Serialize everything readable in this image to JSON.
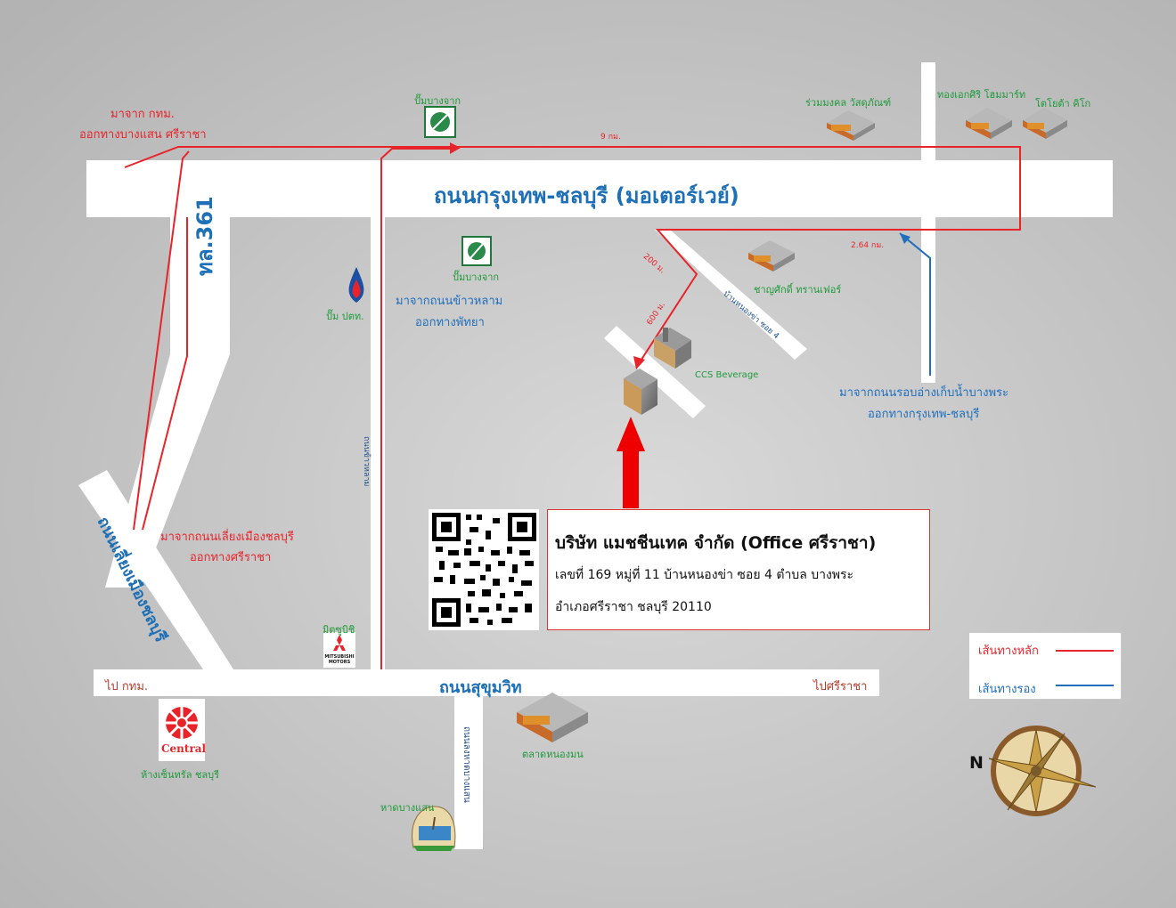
{
  "roads": {
    "motorway": "ถนนกรุงเทพ-ชลบุรี (มอเตอร์เวย์)",
    "route361": "ทล.361",
    "bypass": "ถนนเลี่ยงเมืองชลบุรี",
    "sukhumvit": "ถนนสุขุมวิท",
    "khaolam": "ถนนข้าวหลาม",
    "bangsaen": "ถนนลงหาดบางแสน",
    "soi4": "บ้านหนองข่า ซอย 4"
  },
  "directions": {
    "to_bkk": "ไป กทม.",
    "to_sriracha": "ไปศรีราชา"
  },
  "routes": {
    "from_bkk_1": "มาจาก กทม.",
    "from_bkk_2": "ออกทางบางแสน ศรีราชา",
    "from_khaolam_1": "มาจากถนนข้าวหลาม",
    "from_khaolam_2": "ออกทางพัทยา",
    "from_bypass_1": "มาจากถนนเลี่ยงเมืองชลบุรี",
    "from_bypass_2": "ออกทางศรีราชา",
    "from_ring_1": "มาจากถนนรอบอ่างเก็บน้ำบางพระ",
    "from_ring_2": "ออกทางกรุงเทพ-ชลบุรี"
  },
  "distances": {
    "d9km": "9 กม.",
    "d264km": "2.64 กม.",
    "d200m": "200 ม.",
    "d600m": "600 ม."
  },
  "landmarks": {
    "bangchak1": "ปั๊มบางจาก",
    "bangchak2": "ปั๊มบางจาก",
    "ptt": "ปั๊ม ปตท.",
    "ruammongkol": "ร่วมมงคล วัสดุภัณฑ์",
    "thongake": "ทองเอกศิริ โฮมมาร์ท",
    "toyota": "โตโยต้า คิโก",
    "chan": "ชาญศักดิ์ ทรานเฟอร์",
    "ccs": "CCS Beverage",
    "mitsu": "มิตซูบิชิ",
    "mitsu_logo": "MITSUBISHI MOTORS",
    "central_logo": "Central",
    "central": "ห้างเซ็นทรัล ชลบุรี",
    "market": "ตลาดหนองมน",
    "beach": "หาดบางแสน"
  },
  "company": {
    "name": "บริษัท แมชชีนเทค จำกัด (Office ศรีราชา)",
    "address1": "เลขที่ 169 หมู่ที่ 11 บ้านหนองข่า ซอย 4 ตำบล บางพระ",
    "address2": "อำเภอศรีราชา ชลบุรี 20110"
  },
  "legend": {
    "main": "เส้นทางหลัก",
    "secondary": "เส้นทางรอง",
    "main_color": "#e8242b",
    "secondary_color": "#1f6fbe"
  },
  "compass": {
    "north": "N"
  }
}
